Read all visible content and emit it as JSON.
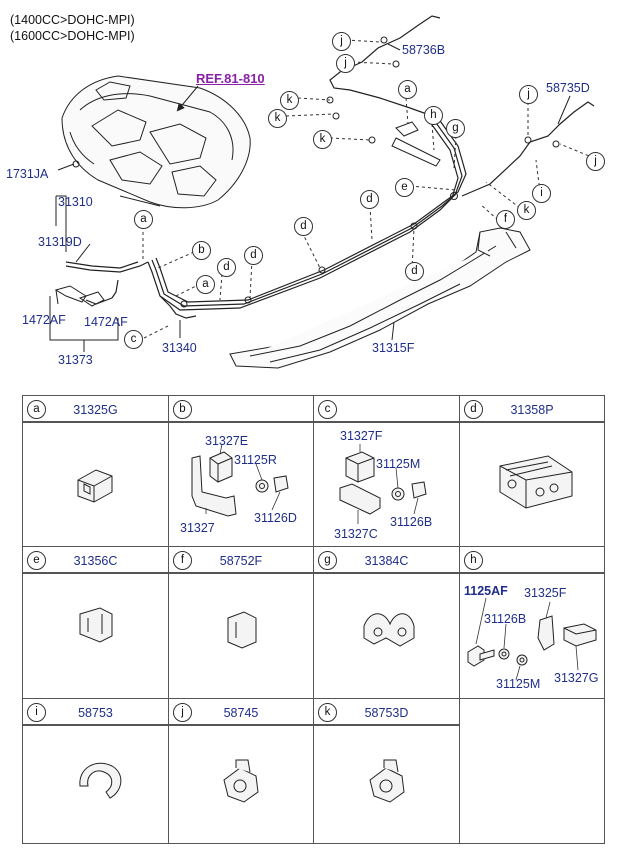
{
  "header": {
    "engine_1": "(1400CC>DOHC-MPI)",
    "engine_2": "(1600CC>DOHC-MPI)"
  },
  "reference": "REF.81-810",
  "parts": {
    "p1731JA": "1731JA",
    "p31310": "31310",
    "p31319D": "31319D",
    "p1472AF_a": "1472AF",
    "p1472AF_b": "1472AF",
    "p31373": "31373",
    "p31340": "31340",
    "p31315F": "31315F",
    "p58736B": "58736B",
    "p58735D": "58735D"
  },
  "callouts": {
    "a": "a",
    "b": "b",
    "c": "c",
    "d": "d",
    "e": "e",
    "f": "f",
    "g": "g",
    "h": "h",
    "i": "i",
    "j": "j",
    "k": "k"
  },
  "table": {
    "cells": [
      {
        "key": "a",
        "code": "31325G"
      },
      {
        "key": "b",
        "code": ""
      },
      {
        "key": "c",
        "code": ""
      },
      {
        "key": "d",
        "code": "31358P"
      },
      {
        "key": "e",
        "code": "31356C"
      },
      {
        "key": "f",
        "code": "58752F"
      },
      {
        "key": "g",
        "code": "31384C"
      },
      {
        "key": "h",
        "code": ""
      },
      {
        "key": "i",
        "code": "58753"
      },
      {
        "key": "j",
        "code": "58745"
      },
      {
        "key": "k",
        "code": "58753D"
      }
    ],
    "b_parts": {
      "top": "31327E",
      "r1": "31125R",
      "bottom": "31327",
      "r2": "31126D"
    },
    "c_parts": {
      "top": "31327F",
      "r1": "31125M",
      "bottom": "31327C",
      "r2": "31126B"
    },
    "h_parts": {
      "bolt": "1125AF",
      "clip": "31325F",
      "washer": "31126B",
      "nut": "31125M",
      "block": "31327G"
    }
  }
}
